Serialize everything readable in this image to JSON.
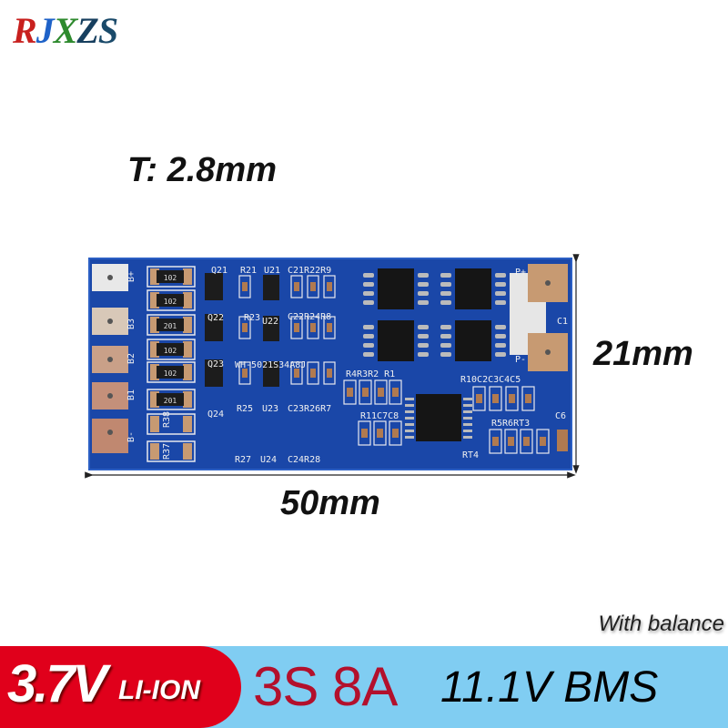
{
  "logo": {
    "letters": [
      {
        "char": "R",
        "color": "#c8201e"
      },
      {
        "char": "J",
        "color": "#1e62c8"
      },
      {
        "char": "X",
        "color": "#2e8a2e"
      },
      {
        "char": "Z",
        "color": "#173f5f"
      },
      {
        "char": "S",
        "color": "#1a4a6a"
      }
    ]
  },
  "thickness_label": "T: 2.8mm",
  "width_label": "50mm",
  "height_label": "21mm",
  "pcb": {
    "board_color": "#1a47a8",
    "pad_color": "#c79a72",
    "silkscreen": [
      "Q21",
      "R21",
      "U21",
      "C21R22R9",
      "Q22",
      "R23",
      "U22",
      "C22R24R8",
      "Q23",
      "WH-5021S34A8J",
      "R25",
      "U23",
      "C23R26R7",
      "Q24",
      "R27",
      "U24",
      "C24R28",
      "R4R3R2 R1",
      "R11C7C8",
      "R10C2C3C4C5",
      "R5R6RT3",
      "RT4",
      "C6",
      "C1",
      "P+",
      "P-",
      "B+",
      "B3",
      "B2",
      "B1",
      "B-",
      "R37",
      "R38"
    ],
    "resistor_codes": [
      "102",
      "102",
      "201",
      "102",
      "102",
      "201"
    ]
  },
  "banner": {
    "note": "With balance",
    "voltage": "3.7V",
    "chemistry": "LI-ION",
    "spec": "3S 8A",
    "product": "11.1V BMS",
    "bg_color": "#80cdf2",
    "pill_color": "#e0001b"
  }
}
